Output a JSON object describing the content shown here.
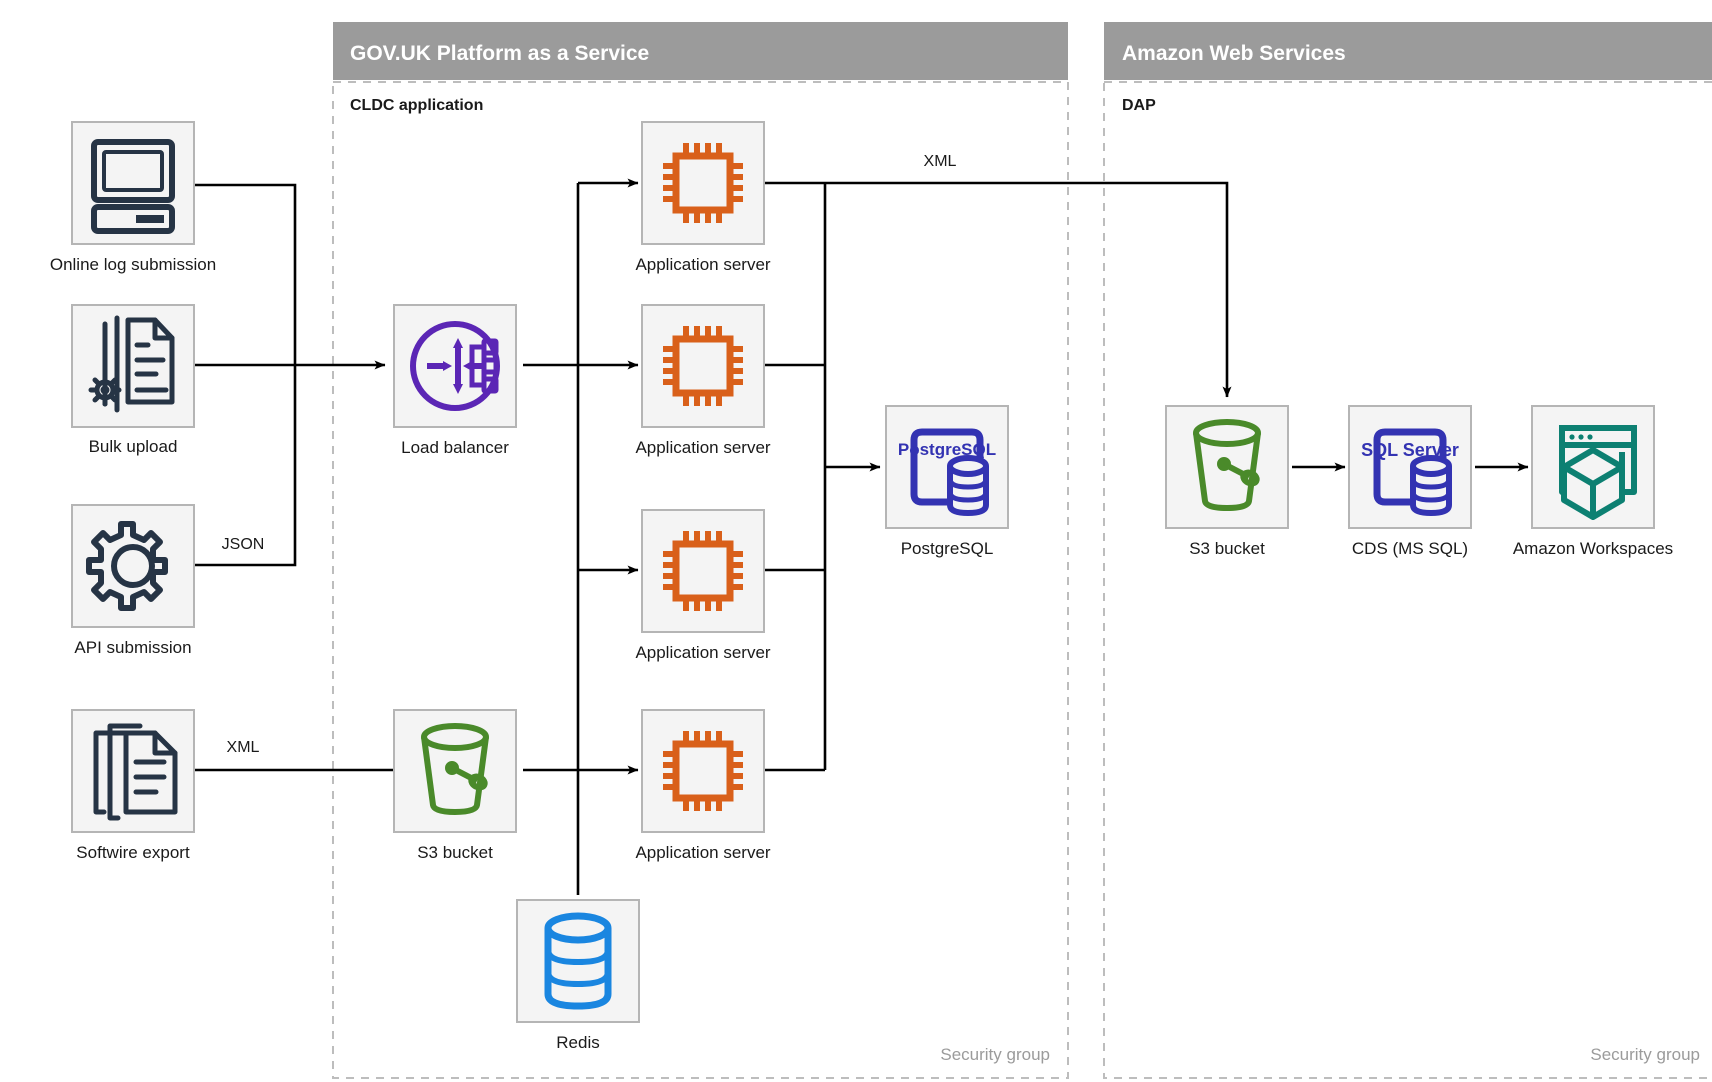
{
  "zones": [
    {
      "id": "paas",
      "title": "GOV.UK Platform as a Service",
      "group_label": "CLDC application",
      "security_label": "Security group"
    },
    {
      "id": "aws",
      "title": "Amazon Web Services",
      "group_label": "DAP",
      "security_label": "Security group"
    }
  ],
  "nodes": {
    "online_log": {
      "label": "Online log submission",
      "icon": "desktop-computer-icon"
    },
    "bulk_upload": {
      "label": "Bulk upload",
      "icon": "document-gear-icon"
    },
    "api_submission": {
      "label": "API submission",
      "icon": "gear-icon"
    },
    "softwire_export": {
      "label": "Softwire export",
      "icon": "documents-stack-icon"
    },
    "load_balancer": {
      "label": "Load balancer",
      "icon": "load-balancer-icon"
    },
    "app_server_1": {
      "label": "Application server",
      "icon": "cpu-chip-icon"
    },
    "app_server_2": {
      "label": "Application server",
      "icon": "cpu-chip-icon"
    },
    "app_server_3": {
      "label": "Application server",
      "icon": "cpu-chip-icon"
    },
    "app_server_4": {
      "label": "Application server",
      "icon": "cpu-chip-icon"
    },
    "postgresql": {
      "label": "PostgreSQL",
      "icon": "postgresql-icon",
      "icon_text": "PostgreSQL"
    },
    "s3_cldc": {
      "label": "S3 bucket",
      "icon": "s3-bucket-icon"
    },
    "redis": {
      "label": "Redis",
      "icon": "redis-database-icon"
    },
    "s3_dap": {
      "label": "S3 bucket",
      "icon": "s3-bucket-icon"
    },
    "cds": {
      "label": "CDS (MS SQL)",
      "icon": "sql-server-icon",
      "icon_text": "SQL Server"
    },
    "workspaces": {
      "label": "Amazon Workspaces",
      "icon": "amazon-workspaces-icon"
    }
  },
  "edge_labels": {
    "api_json": "JSON",
    "softwire_xml": "XML",
    "appserver_to_s3_xml": "XML"
  },
  "colors": {
    "zone_band": "#9b9b9b",
    "icon_box_fill": "#f4f4f4",
    "icon_box_stroke": "#b5b5b5",
    "dark_navy": "#263445",
    "orange": "#d9601a",
    "purple": "#5b26b5",
    "indigo": "#3333b2",
    "green": "#4a8a2a",
    "blue": "#1a86e0",
    "teal": "#0d8072",
    "flow": "#000000",
    "muted_text": "#9b9b9b"
  }
}
